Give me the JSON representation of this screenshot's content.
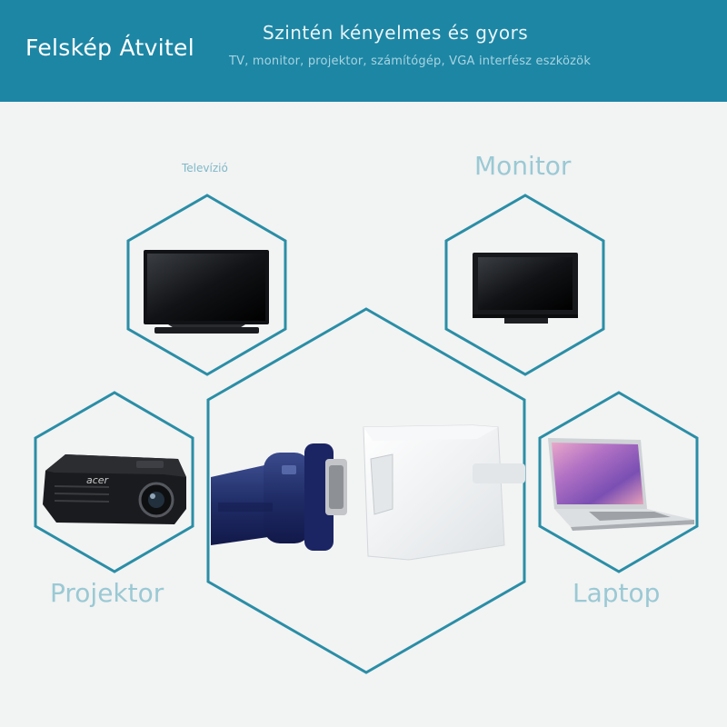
{
  "header": {
    "brand": "Felskép Átvitel",
    "headline": "Szintén kényelmes és gyors",
    "subline": "TV, monitor, projektor, számítógép, VGA interfész eszközök"
  },
  "devices": {
    "tv": {
      "label": "Televízió",
      "icon": "tv-icon"
    },
    "monitor": {
      "label": "Monitor",
      "icon": "monitor-icon"
    },
    "projector": {
      "label": "Projektor",
      "icon": "projector-icon",
      "brand_mark": "acer"
    },
    "laptop": {
      "label": "Laptop",
      "icon": "laptop-icon"
    },
    "adapter": {
      "icon": "vga-adapter-icon"
    }
  },
  "colors": {
    "banner": "#1d86a4",
    "hex_stroke": "#2a8ea6",
    "label": "#9ac9d4",
    "background": "#f2f3f3"
  }
}
